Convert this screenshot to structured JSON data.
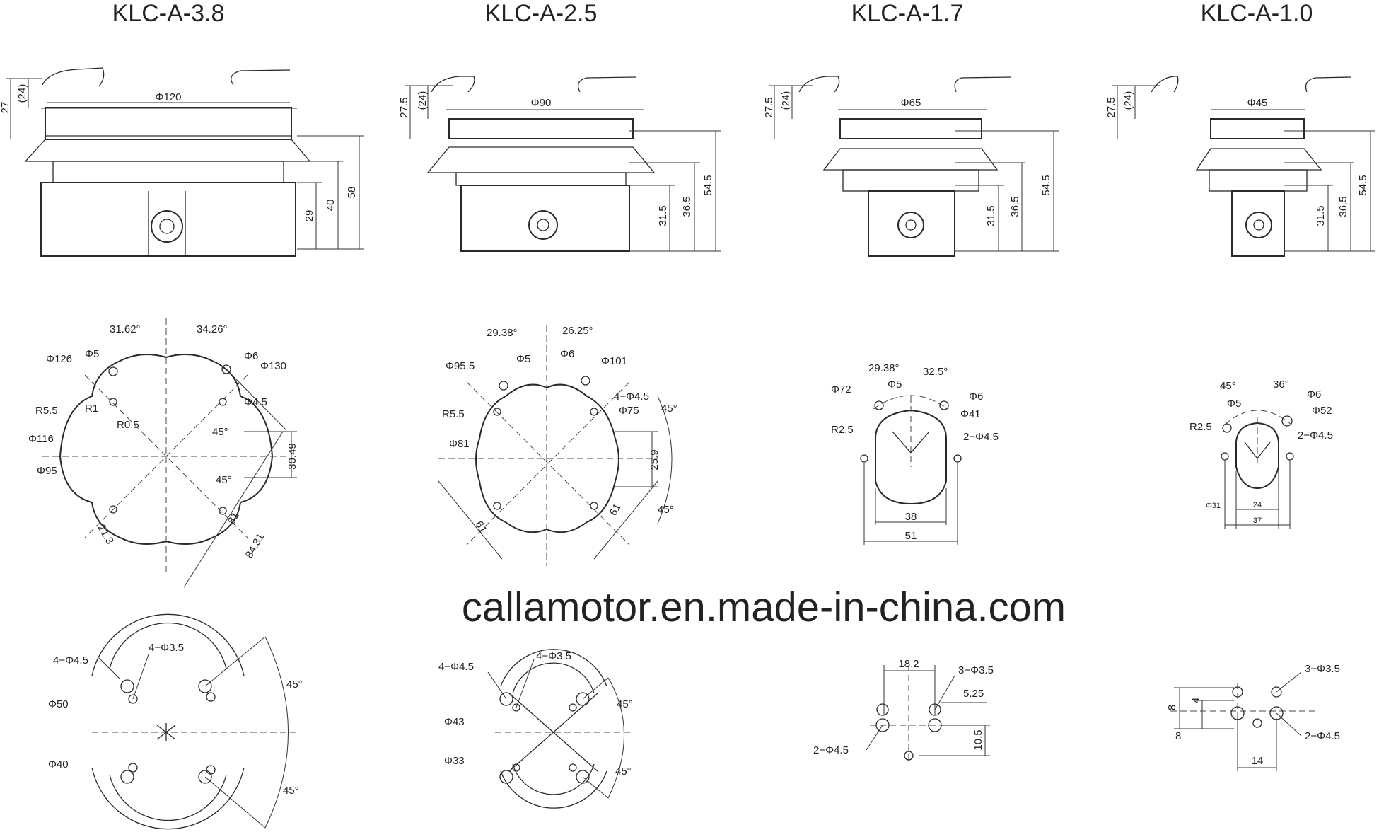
{
  "models": [
    {
      "title": "KLC-A-3.8",
      "diameter": "Φ120",
      "dims_side": [
        "27",
        "(24)",
        "29",
        "40",
        "58"
      ]
    },
    {
      "title": "KLC-A-2.5",
      "diameter": "Φ90",
      "dims_side": [
        "27.5",
        "(24)",
        "31.5",
        "36.5",
        "54.5"
      ]
    },
    {
      "title": "KLC-A-1.7",
      "diameter": "Φ65",
      "dims_side": [
        "27.5",
        "(24)",
        "31.5",
        "36.5",
        "54.5"
      ]
    },
    {
      "title": "KLC-A-1.0",
      "diameter": "Φ45",
      "dims_side": [
        "27.5",
        "(24)",
        "31.5",
        "36.5",
        "54.5"
      ]
    }
  ],
  "top_views": {
    "klc38": {
      "angles": [
        "31.62°",
        "34.26°",
        "45°",
        "45°"
      ],
      "labels": [
        "Φ126",
        "Φ5",
        "Φ6",
        "Φ130",
        "Φ4.5",
        "R5.5",
        "R1",
        "R0.5",
        "Φ116",
        "Φ95",
        "30.49",
        "21.3",
        "81",
        "84.31"
      ]
    },
    "klc25": {
      "angles": [
        "29.38°",
        "26.25°",
        "45°",
        "45°"
      ],
      "labels": [
        "Φ95.5",
        "Φ5",
        "Φ6",
        "Φ101",
        "4−Φ4.5",
        "Φ75",
        "R5.5",
        "Φ81",
        "25.9",
        "61",
        "61"
      ]
    },
    "klc17": {
      "angles": [
        "29.38°",
        "32.5°"
      ],
      "labels": [
        "Φ72",
        "Φ5",
        "Φ6",
        "Φ41",
        "R2.5",
        "2−Φ4.5",
        "38",
        "51"
      ]
    },
    "klc10": {
      "angles": [
        "45°",
        "36°"
      ],
      "labels": [
        "Φ5",
        "Φ6",
        "Φ52",
        "R2.5",
        "2−Φ4.5",
        "Φ31",
        "24",
        "37"
      ]
    }
  },
  "bottom_views": {
    "klc38": {
      "labels": [
        "4−Φ4.5",
        "4−Φ3.5",
        "Φ50",
        "Φ40",
        "45°",
        "45°"
      ]
    },
    "klc25": {
      "labels": [
        "4−Φ4.5",
        "4−Φ3.5",
        "Φ43",
        "Φ33",
        "45°",
        "45°"
      ]
    },
    "klc17": {
      "labels": [
        "18.2",
        "3−Φ3.5",
        "5.25",
        "2−Φ4.5",
        "10.5"
      ]
    },
    "klc10": {
      "labels": [
        "3−Φ3.5",
        "8",
        "4",
        "8",
        "2−Φ4.5",
        "14"
      ]
    }
  },
  "watermark": "callamotor.en.made-in-china.com"
}
